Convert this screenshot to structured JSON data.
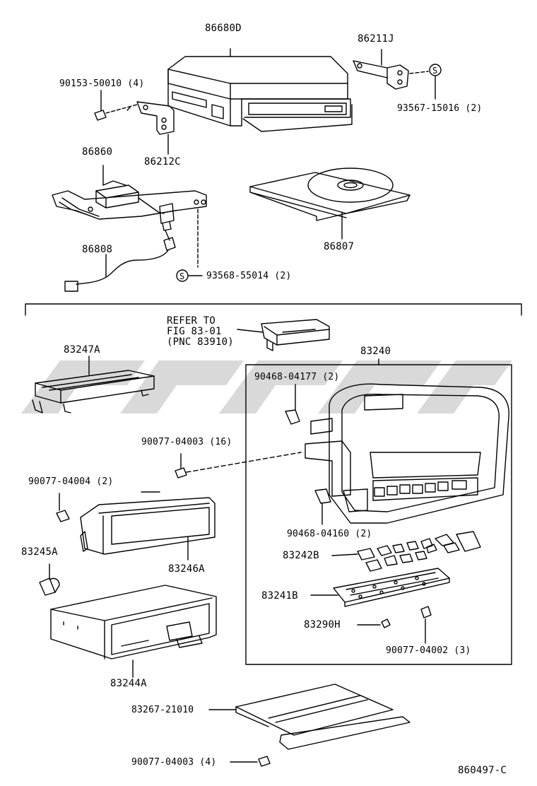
{
  "diagram": {
    "figure_id": "860497-C",
    "cross_reference": "REFER TO\nFIG 83-01\n(PNC 83910)",
    "parts": [
      {
        "part_no": "86680D"
      },
      {
        "part_no": "86211J"
      },
      {
        "part_no": "90153-50010 (4)"
      },
      {
        "part_no": "93567-15016 (2)"
      },
      {
        "part_no": "86860"
      },
      {
        "part_no": "86212C"
      },
      {
        "part_no": "86808"
      },
      {
        "part_no": "86807"
      },
      {
        "part_no": "93568-55014 (2)"
      },
      {
        "part_no": "83247A"
      },
      {
        "part_no": "83240"
      },
      {
        "part_no": "90468-04177 (2)"
      },
      {
        "part_no": "90077-04003 (16)"
      },
      {
        "part_no": "90077-04004 (2)"
      },
      {
        "part_no": "90468-04160 (2)"
      },
      {
        "part_no": "83245A"
      },
      {
        "part_no": "83246A"
      },
      {
        "part_no": "83242B"
      },
      {
        "part_no": "83241B"
      },
      {
        "part_no": "83290H"
      },
      {
        "part_no": "90077-04002 (3)"
      },
      {
        "part_no": "83244A"
      },
      {
        "part_no": "83267-21010"
      },
      {
        "part_no": "90077-04003 (4)"
      }
    ]
  }
}
